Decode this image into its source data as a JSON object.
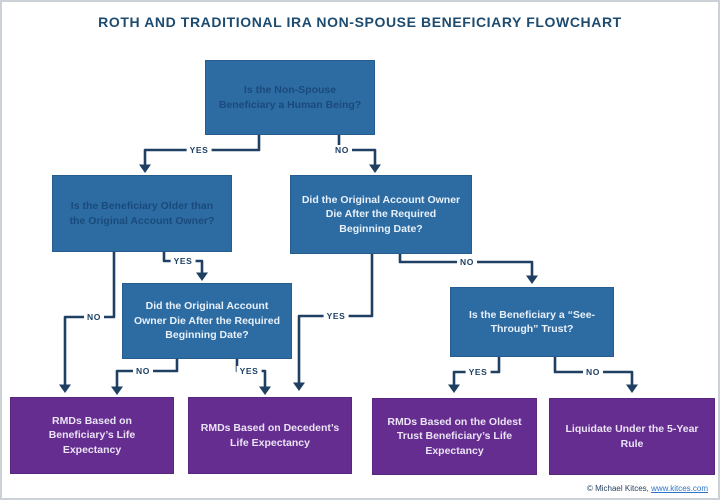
{
  "title": "ROTH AND TRADITIONAL IRA NON-SPOUSE BENEFICIARY FLOWCHART",
  "colors": {
    "question_box": "#2d6ca3",
    "outcome_box": "#662d91",
    "connector": "#1f3f63",
    "title_text": "#1d4b70",
    "dark_box_text": "#1a4a7b",
    "light_box_text": "#e8f0f9"
  },
  "nodes": {
    "q_human": {
      "text": "Is the Non-Spouse Beneficiary a Human Being?"
    },
    "q_older": {
      "text": "Is the Beneficiary Older than the Original Account Owner?"
    },
    "q_rbd_right": {
      "text": "Did the Original Account Owner Die After the Required Beginning Date?"
    },
    "q_rbd_middle": {
      "text": "Did the Original Account Owner Die After the Required Beginning Date?"
    },
    "q_trust": {
      "text": "Is the Beneficiary a “See-Through” Trust?"
    },
    "o_beneficiary": {
      "text": "RMDs Based on Beneficiary’s Life Expectancy"
    },
    "o_decedent": {
      "text": "RMDs Based on Decedent’s Life Expectancy"
    },
    "o_oldest_trust": {
      "text": "RMDs Based on the Oldest Trust Beneficiary’s Life Expectancy"
    },
    "o_5year": {
      "text": "Liquidate Under the 5-Year Rule"
    }
  },
  "edges": [
    {
      "from": "q_human",
      "to": "q_older",
      "label": "YES"
    },
    {
      "from": "q_human",
      "to": "q_rbd_right",
      "label": "NO"
    },
    {
      "from": "q_older",
      "to": "q_rbd_middle",
      "label": "YES"
    },
    {
      "from": "q_older",
      "to": "o_beneficiary",
      "label": "NO"
    },
    {
      "from": "q_rbd_middle",
      "to": "o_beneficiary",
      "label": "NO"
    },
    {
      "from": "q_rbd_middle",
      "to": "o_decedent",
      "label": "YES"
    },
    {
      "from": "q_rbd_right",
      "to": "o_decedent",
      "label": "YES"
    },
    {
      "from": "q_rbd_right",
      "to": "q_trust",
      "label": "NO"
    },
    {
      "from": "q_trust",
      "to": "o_oldest_trust",
      "label": "YES"
    },
    {
      "from": "q_trust",
      "to": "o_5year",
      "label": "NO"
    }
  ],
  "attribution": {
    "prefix": "© Michael Kitces, ",
    "link_text": "www.kitces.com"
  }
}
